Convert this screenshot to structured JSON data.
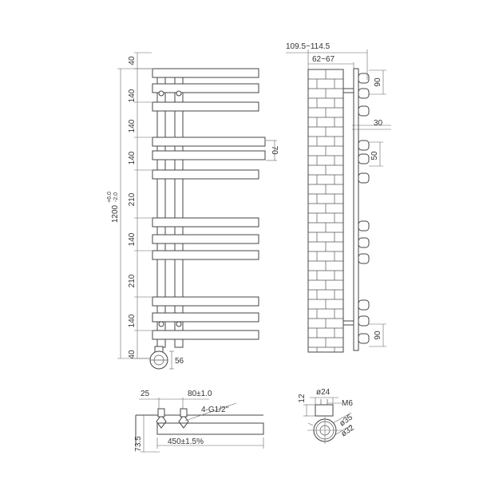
{
  "front_view": {
    "overall_height_label": "1200",
    "overall_tol_upper": "+6.0",
    "overall_tol_lower": "-2.0",
    "segment_labels": [
      "40",
      "140",
      "140",
      "140",
      "210",
      "140",
      "210",
      "140",
      "40"
    ],
    "bar_depth_label": "70",
    "valve_label": "56"
  },
  "side_view": {
    "depth_label": "109.5~114.5",
    "wall_offset_label": "62~67",
    "bracket_top_label": "90",
    "bracket_gap_label": "30",
    "bar_pitch_label": "50",
    "bracket_bottom_label": "90"
  },
  "bottom_view": {
    "offset_label": "25",
    "centre_label": "80±1.0",
    "thread_label": "4-G1/2\"",
    "width_label": "450±1.5%",
    "depth_label": "73.5"
  },
  "detail_view": {
    "dia24_label": "ø24",
    "thread_label": "M6",
    "height_label": "12",
    "dia35_label": "ø35",
    "dia32_label": "ø32"
  }
}
